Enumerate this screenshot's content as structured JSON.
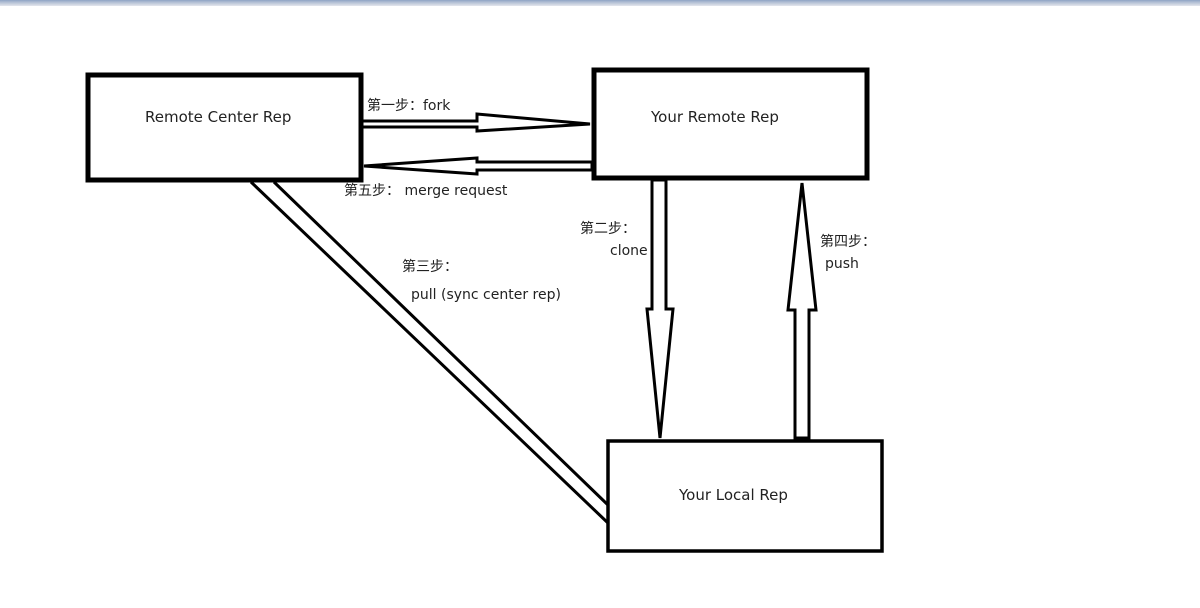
{
  "diagram": {
    "boxes": {
      "remote_center": {
        "label": "Remote Center Rep"
      },
      "your_remote": {
        "label": "Your Remote Rep"
      },
      "your_local": {
        "label": "Your Local Rep"
      }
    },
    "steps": {
      "step1": {
        "label": "第一步：fork"
      },
      "step2": {
        "title": "第二步：",
        "action": "clone"
      },
      "step3": {
        "title": "第三步：",
        "action": "pull (sync center rep)"
      },
      "step4": {
        "title": "第四步：",
        "action": "push"
      },
      "step5": {
        "label": "第五步： merge request"
      }
    },
    "colors": {
      "stroke": "#000000",
      "text": "#222222",
      "background": "#ffffff"
    }
  }
}
